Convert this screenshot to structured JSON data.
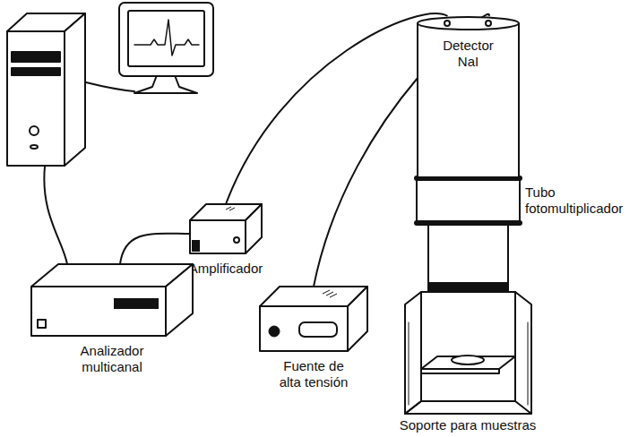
{
  "diagram": {
    "nodes": [
      {
        "text": [
          "Detector NaI"
        ]
      },
      {
        "text": [
          "Amplificador"
        ]
      },
      {
        "text": [
          "Analizador multicanal"
        ]
      },
      {
        "text": [
          "Fuente de alta tensión"
        ]
      }
    ],
    "edges": [
      {
        "from": 0,
        "to": 1,
        "arrow": "none"
      },
      {
        "from": 0,
        "to": 3,
        "arrow": "none"
      },
      {
        "from": 2,
        "to": 1,
        "arrow": "none"
      }
    ],
    "labels": [
      "Tubo fotomultiplicador",
      "Soporte para muestras"
    ]
  }
}
